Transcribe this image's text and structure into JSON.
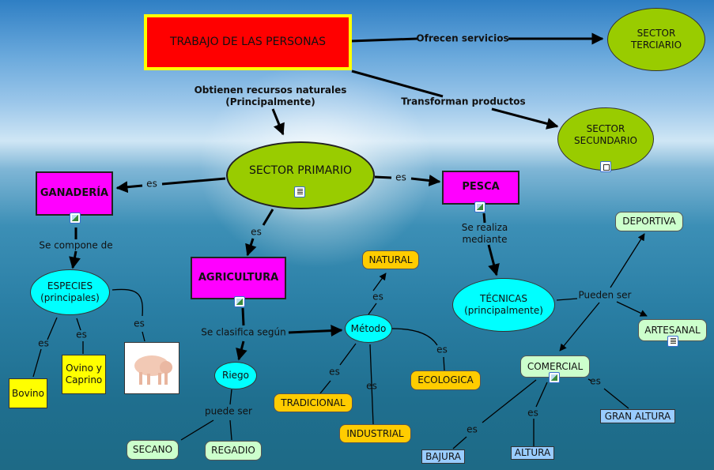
{
  "nodes": {
    "trabajo": "TRABAJO DE LAS PERSONAS",
    "terciario": "SECTOR TERCIARIO",
    "secundario": "SECTOR SECUNDARIO",
    "primario": "SECTOR PRIMARIO",
    "ganaderia": "GANADERÍA",
    "pesca": "PESCA",
    "agricultura": "AGRICULTURA",
    "especies": "ESPECIES (principales)",
    "bovino": "Bovino",
    "ovino": "Ovino y Caprino",
    "riego": "Riego",
    "secano": "SECANO",
    "regadio": "REGADIO",
    "metodo": "Método",
    "natural": "NATURAL",
    "tradicional": "TRADICIONAL",
    "industrial": "INDUSTRIAL",
    "ecologica": "ECOLOGICA",
    "tecnicas": "TÉCNICAS (principalmente)",
    "deportiva": "DEPORTIVA",
    "artesanal": "ARTESANAL",
    "comercial": "COMERCIAL",
    "gran_altura": "GRAN ALTURA",
    "bajura": "BAJURA",
    "altura": "ALTURA"
  },
  "links": {
    "ofrecen": "Ofrecen servicios",
    "obtienen": "Obtienen recursos naturales (Principalmente)",
    "transforman": "Transforman productos",
    "es_ganaderia": "es",
    "es_pesca": "es",
    "es_agricultura": "es",
    "se_compone": "Se compone de",
    "se_realiza": "Se realiza mediante",
    "se_clasifica": "Se clasifica según",
    "es_natural": "es",
    "es_pig": "es",
    "es_bovino": "es",
    "es_ovino": "es",
    "puede_ser": "puede ser",
    "es_tradicional": "es",
    "es_industrial": "es",
    "es_ecologica": "es",
    "pueden_ser": "Pueden ser",
    "es_gran": "es",
    "es_altura": "es",
    "es_bajura": "es"
  },
  "colors": {
    "concept_main": "#ff0000",
    "border_main": "#ffff00",
    "sector": "#99cc00",
    "category": "#ff00ff",
    "ellipse": "#00ffff",
    "leaf_yellow": "#ffff00",
    "leaf_orange": "#ffcc00",
    "leaf_mint": "#ccffcc",
    "leaf_blue": "#99ccff"
  }
}
